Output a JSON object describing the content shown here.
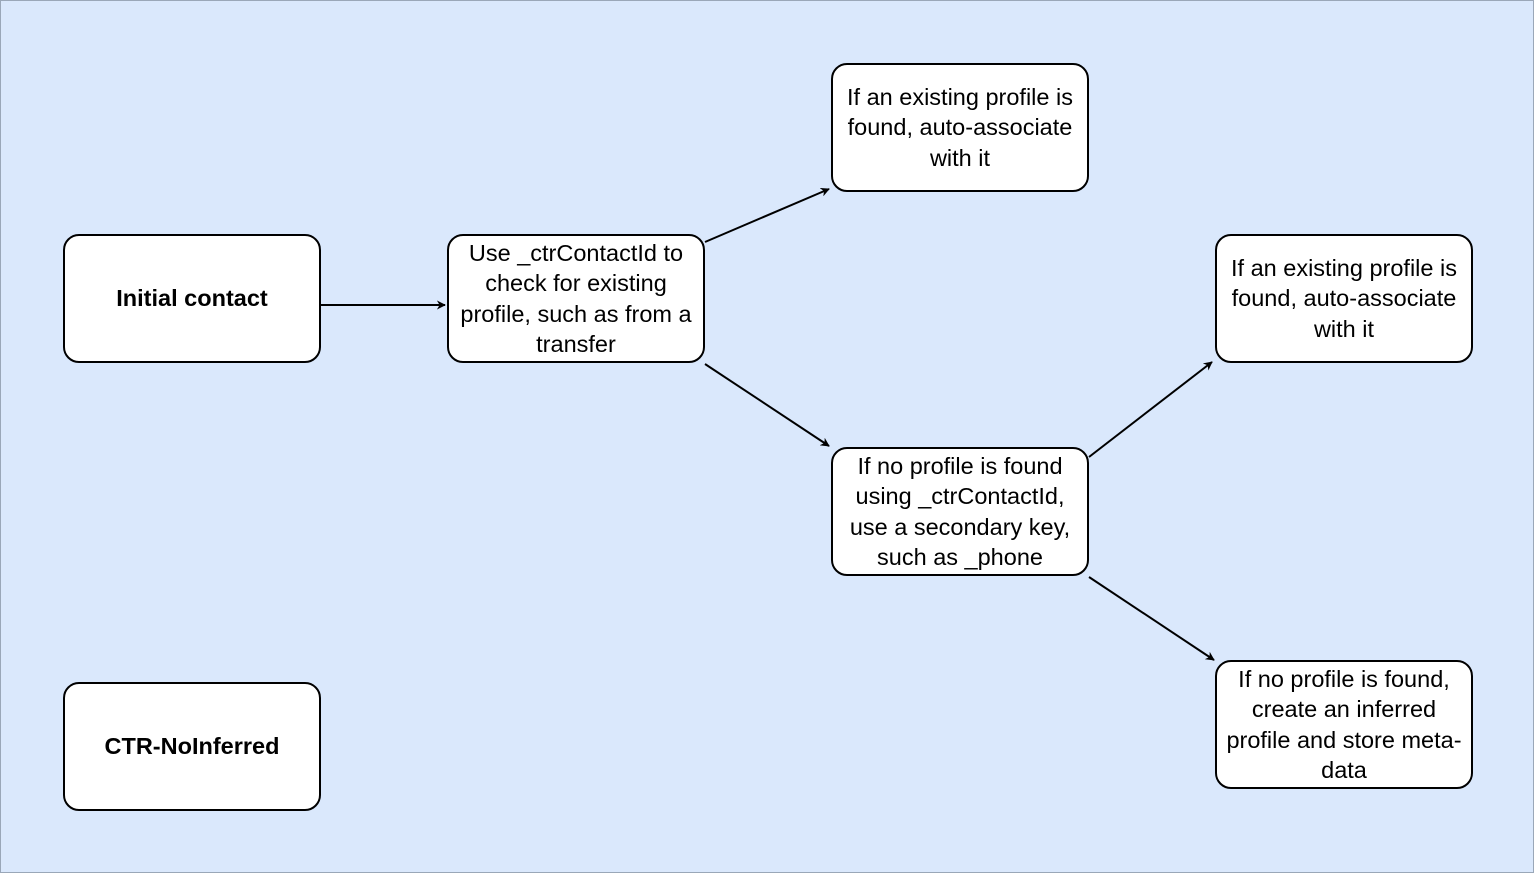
{
  "diagram": {
    "background": "#dae8fc",
    "node_fill": "#ffffff",
    "stroke": "#000000",
    "nodes": {
      "initial_contact": {
        "label": "Initial contact"
      },
      "check_existing": {
        "label": "Use _ctrContactId to check for existing profile, such as from a transfer"
      },
      "existing_found_primary": {
        "label": "If an existing profile is found, auto-associate with it"
      },
      "secondary_key": {
        "label": "If no profile is found using _ctrContactId, use a secondary key, such as _phone"
      },
      "existing_found_secondary": {
        "label": "If an existing profile is found, auto-associate with it"
      },
      "create_inferred": {
        "label": "If no profile is found, create an inferred profile and store meta-data"
      },
      "ctr_noinferred": {
        "label": "CTR-NoInferred"
      }
    },
    "edges": [
      {
        "from": "initial_contact",
        "to": "check_existing"
      },
      {
        "from": "check_existing",
        "to": "existing_found_primary"
      },
      {
        "from": "check_existing",
        "to": "secondary_key"
      },
      {
        "from": "secondary_key",
        "to": "existing_found_secondary"
      },
      {
        "from": "secondary_key",
        "to": "create_inferred"
      }
    ]
  }
}
